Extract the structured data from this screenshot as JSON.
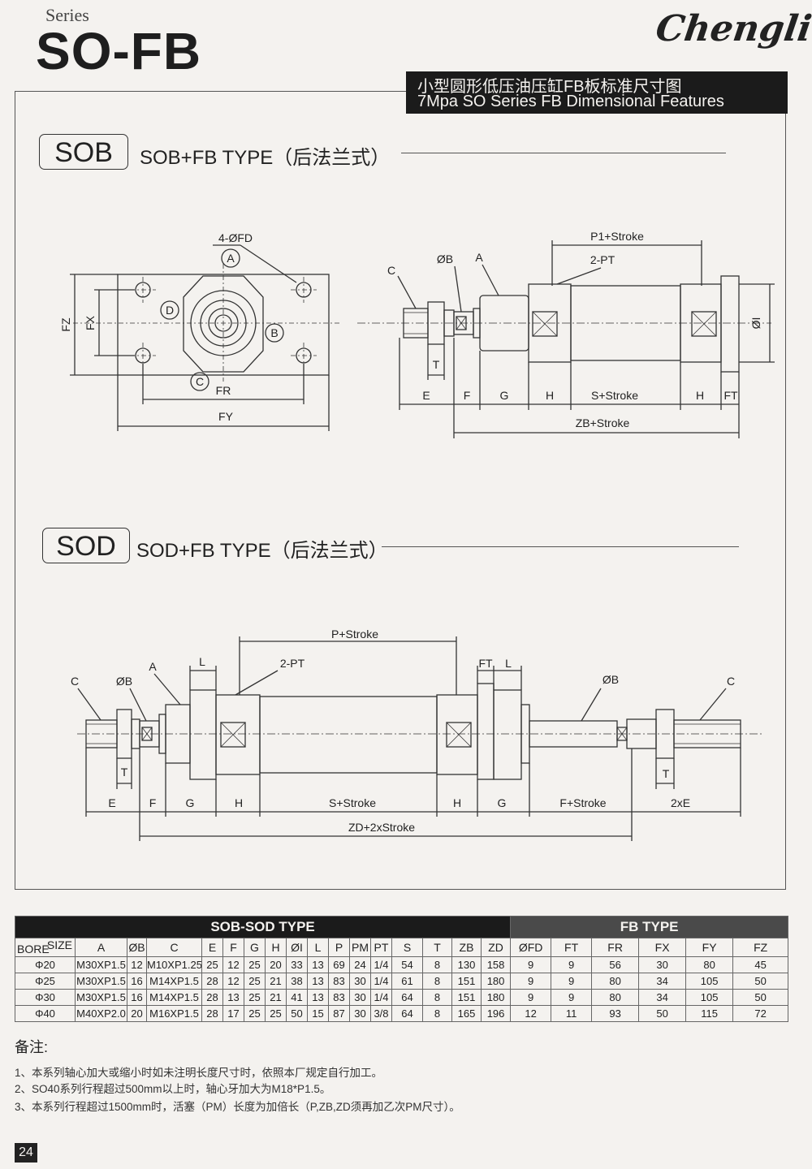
{
  "header": {
    "series_label": "Series",
    "model": "SO-FB",
    "brand": "Chengli",
    "title_cn": "小型圆形低压油压缸FB板标准尺寸图",
    "title_en": "7Mpa SO Series FB Dimensional Features"
  },
  "sections": {
    "sob": {
      "tag": "SOB",
      "title": "SOB+FB TYPE（后法兰式）"
    },
    "sod": {
      "tag": "SOD",
      "title": "SOD+FB TYPE（后法兰式）"
    }
  },
  "drawing_sob": {
    "flange_labels": {
      "holes": "4-ØFD",
      "a": "A",
      "b": "B",
      "c": "C",
      "d": "D",
      "fz": "FZ",
      "fx": "FX",
      "fr": "FR",
      "fy": "FY"
    },
    "side_labels": {
      "c": "C",
      "ob": "ØB",
      "a": "A",
      "p1": "P1+Stroke",
      "pt": "2-PT",
      "oi": "ØI",
      "t": "T",
      "e": "E",
      "f": "F",
      "g": "G",
      "h": "H",
      "s": "S+Stroke",
      "h2": "H",
      "ft": "FT",
      "zb": "ZB+Stroke"
    }
  },
  "drawing_sod": {
    "labels": {
      "p": "P+Stroke",
      "pt": "2-PT",
      "l": "L",
      "ft": "FT",
      "l2": "L",
      "a": "A",
      "c": "C",
      "ob": "ØB",
      "ob2": "ØB",
      "c2": "C",
      "t": "T",
      "t2": "T",
      "e": "E",
      "f": "F",
      "g": "G",
      "h": "H",
      "s": "S+Stroke",
      "h2": "H",
      "g2": "G",
      "fs": "F+Stroke",
      "e2": "2xE",
      "zd": "ZD+2xStroke"
    }
  },
  "table": {
    "group1": "SOB-SOD TYPE",
    "group2": "FB TYPE",
    "bore_label": "BORE",
    "size_label": "SIZE",
    "columns": [
      "A",
      "ØB",
      "C",
      "E",
      "F",
      "G",
      "H",
      "ØI",
      "L",
      "P",
      "PM",
      "PT",
      "S",
      "T",
      "ZB",
      "ZD",
      "ØFD",
      "FT",
      "FR",
      "FX",
      "FY",
      "FZ"
    ],
    "rows": [
      [
        "Φ20",
        "M30XP1.5",
        "12",
        "M10XP1.25",
        "25",
        "12",
        "25",
        "20",
        "33",
        "13",
        "69",
        "24",
        "1/4",
        "54",
        "8",
        "130",
        "158",
        "9",
        "9",
        "56",
        "30",
        "80",
        "45"
      ],
      [
        "Φ25",
        "M30XP1.5",
        "16",
        "M14XP1.5",
        "28",
        "12",
        "25",
        "21",
        "38",
        "13",
        "83",
        "30",
        "1/4",
        "61",
        "8",
        "151",
        "180",
        "9",
        "9",
        "80",
        "34",
        "105",
        "50"
      ],
      [
        "Φ30",
        "M30XP1.5",
        "16",
        "M14XP1.5",
        "28",
        "13",
        "25",
        "21",
        "41",
        "13",
        "83",
        "30",
        "1/4",
        "64",
        "8",
        "151",
        "180",
        "9",
        "9",
        "80",
        "34",
        "105",
        "50"
      ],
      [
        "Φ40",
        "M40XP2.0",
        "20",
        "M16XP1.5",
        "28",
        "17",
        "25",
        "25",
        "50",
        "15",
        "87",
        "30",
        "3/8",
        "64",
        "8",
        "165",
        "196",
        "12",
        "11",
        "93",
        "50",
        "115",
        "72"
      ]
    ]
  },
  "notes": {
    "title": "备注:",
    "items": [
      "1、本系列轴心加大或缩小时如未注明长度尺寸时，依照本厂规定自行加工。",
      "2、SO40系列行程超过500mm以上时，轴心牙加大为M18*P1.5。",
      "3、本系列行程超过1500mm时，活塞（PM）长度为加倍长（P,ZB,ZD须再加乙次PM尺寸）。"
    ]
  },
  "page_number": "24"
}
